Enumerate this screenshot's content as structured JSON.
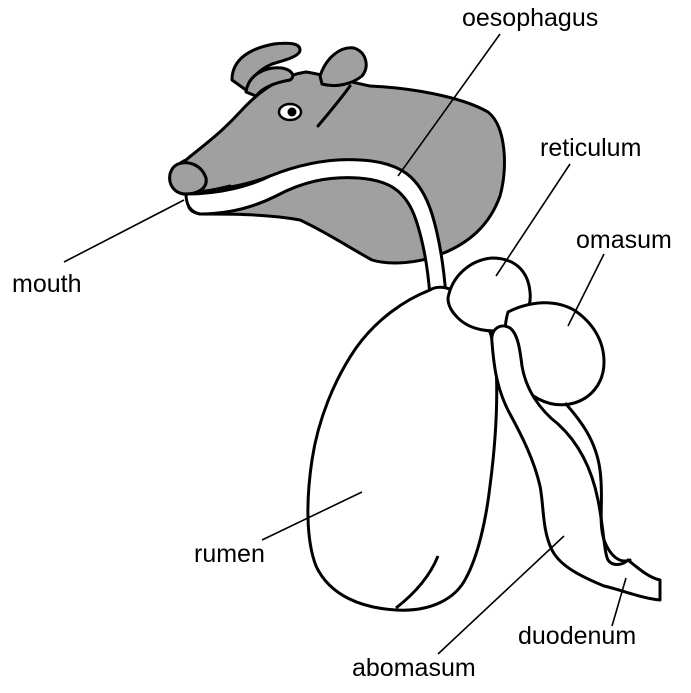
{
  "colors": {
    "head_fill": "#a0a0a0",
    "stroke": "#000000",
    "organ_fill": "#ffffff",
    "background": "#ffffff"
  },
  "labels": {
    "oesophagus": "oesophagus",
    "reticulum": "reticulum",
    "omasum": "omasum",
    "mouth": "mouth",
    "rumen": "rumen",
    "duodenum": "duodenum",
    "abomasum": "abomasum"
  }
}
